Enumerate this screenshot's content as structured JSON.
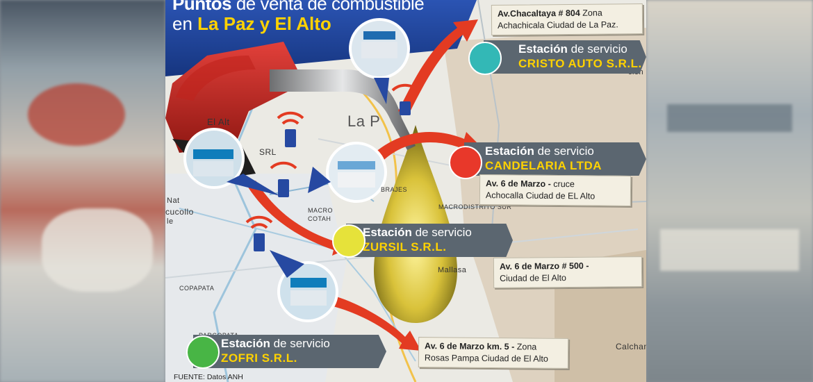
{
  "title": {
    "line1_bold": "Puntos",
    "line1_rest": "de venta de combustible",
    "line2_prefix": "en",
    "line2_bold": "La Paz y El Alto"
  },
  "stations": [
    {
      "label_prefix": "Estación",
      "label_rest": "de servicio",
      "name": "CRISTO AUTO S.R.L.",
      "color": "#33b8b6"
    },
    {
      "label_prefix": "Estación",
      "label_rest": "de servicio",
      "name": "CANDELARIA LTDA",
      "color": "#e8382a"
    },
    {
      "label_prefix": "Estación",
      "label_rest": "de servicio",
      "name": "ZURSIL S.R.L.",
      "color": "#e6e23a"
    },
    {
      "label_prefix": "Estación",
      "label_rest": "de servicio",
      "name": "ZOFRI S.R.L.",
      "color": "#48b545"
    }
  ],
  "addresses": [
    {
      "bold": "Av.Chacaltaya",
      "num": "# 804",
      "rest": "Zona",
      "line2": "Achachicala Ciudad de La Paz."
    },
    {
      "bold": "Av. 6 de Marzo -",
      "num": "",
      "rest": "cruce",
      "line2": "Achocalla Ciudad de EL Alto"
    },
    {
      "bold": "Av. 6 de Marzo",
      "num": "# 500 -",
      "rest": "",
      "line2": "Ciudad de El Alto"
    },
    {
      "bold": "Av. 6 de Marzo km. 5 -",
      "num": "",
      "rest": "Zona",
      "line2": "Rosas Pampa Ciudad de El Alto"
    }
  ],
  "map_labels": {
    "el_alto": "El Alt",
    "la_paz": "La P",
    "srl": "SRL",
    "macro": "MACRO",
    "cota": "COTAH",
    "brajes": "BRAJES",
    "macrodistrito": "MACRODISTRITO SUR",
    "mallasa": "Mallasa",
    "parcopata": "PARCOPATA",
    "copapata": "COPAPATA",
    "achocallo": "cucollo",
    "calchani": "Calchan",
    "nat": "Nat",
    "le": "le",
    "sion": "ción"
  },
  "source": "FUENTE: Datos ANH",
  "colors": {
    "banner_blue": "#1c3f94",
    "yellow": "#ffd200",
    "band": "#5b6670",
    "arrow_red": "#e33b22"
  }
}
